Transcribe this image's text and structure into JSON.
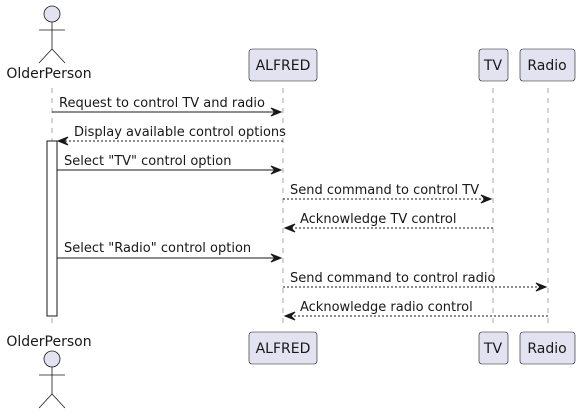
{
  "participants": [
    {
      "id": "olderperson",
      "label": "OlderPerson",
      "kind": "actor"
    },
    {
      "id": "alfred",
      "label": "ALFRED",
      "kind": "participant"
    },
    {
      "id": "tv",
      "label": "TV",
      "kind": "participant"
    },
    {
      "id": "radio",
      "label": "Radio",
      "kind": "participant"
    }
  ],
  "messages": [
    {
      "from": "olderperson",
      "to": "alfred",
      "label": "Request to control TV and radio",
      "style": "solid"
    },
    {
      "from": "alfred",
      "to": "olderperson",
      "label": "Display available control options",
      "style": "dashed"
    },
    {
      "from": "olderperson",
      "to": "alfred",
      "label": "Select \"TV\" control option",
      "style": "solid"
    },
    {
      "from": "alfred",
      "to": "tv",
      "label": "Send command to control TV",
      "style": "dashed"
    },
    {
      "from": "tv",
      "to": "alfred",
      "label": "Acknowledge TV control",
      "style": "dashed"
    },
    {
      "from": "olderperson",
      "to": "alfred",
      "label": "Select \"Radio\" control option",
      "style": "solid"
    },
    {
      "from": "alfred",
      "to": "radio",
      "label": "Send command to control radio",
      "style": "dashed"
    },
    {
      "from": "radio",
      "to": "alfred",
      "label": "Acknowledge radio control",
      "style": "dashed"
    }
  ]
}
